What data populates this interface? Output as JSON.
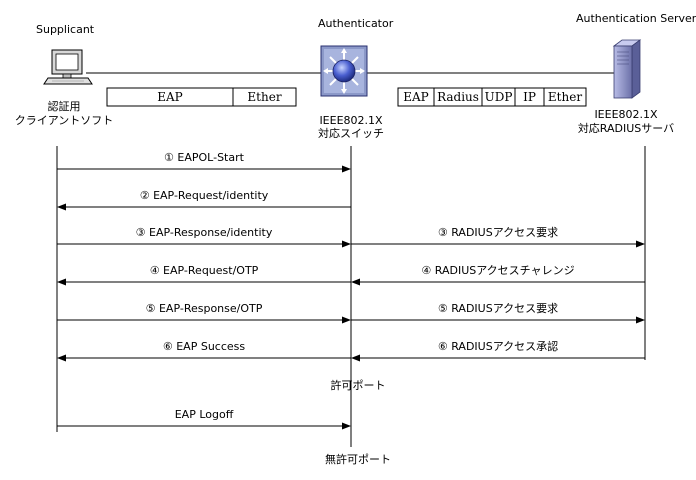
{
  "nodes": {
    "supplicant": {
      "title": "Supplicant",
      "label1": "認証用",
      "label2": "クライアントソフト"
    },
    "authenticator": {
      "title": "Authenticator",
      "label1": "IEEE802.1X",
      "label2": "対応スイッチ"
    },
    "server": {
      "title": "Authentication Server",
      "label1": "IEEE802.1X",
      "label2": "対応RADIUSサーバ"
    }
  },
  "stacks": {
    "left": [
      "EAP",
      "Ether"
    ],
    "right": [
      "EAP",
      "Radius",
      "UDP",
      "IP",
      "Ether"
    ]
  },
  "messages": [
    {
      "text": "①  EAPOL-Start",
      "from": "supplicant",
      "to": "authenticator"
    },
    {
      "text": "②  EAP-Request/identity",
      "from": "authenticator",
      "to": "supplicant"
    },
    {
      "text": "③  EAP-Response/identity",
      "from": "supplicant",
      "to": "authenticator"
    },
    {
      "text": "③  RADIUSアクセス要求",
      "from": "authenticator",
      "to": "server"
    },
    {
      "text": "④  EAP-Request/OTP",
      "from": "authenticator",
      "to": "supplicant"
    },
    {
      "text": "④  RADIUSアクセスチャレンジ",
      "from": "server",
      "to": "authenticator"
    },
    {
      "text": "⑤  EAP-Response/OTP",
      "from": "supplicant",
      "to": "authenticator"
    },
    {
      "text": "⑤  RADIUSアクセス要求",
      "from": "authenticator",
      "to": "server"
    },
    {
      "text": "⑥  EAP Success",
      "from": "authenticator",
      "to": "supplicant"
    },
    {
      "text": "⑥  RADIUSアクセス承認",
      "from": "server",
      "to": "authenticator"
    },
    {
      "text": "EAP Logoff",
      "from": "supplicant",
      "to": "authenticator"
    }
  ],
  "status": {
    "permitted": "許可ポート",
    "denied": "無許可ポート"
  },
  "colors": {
    "server_body": "#8a8fc4",
    "switch_body": "#7d8cc0",
    "switch_hub": "#2a3ea0"
  }
}
